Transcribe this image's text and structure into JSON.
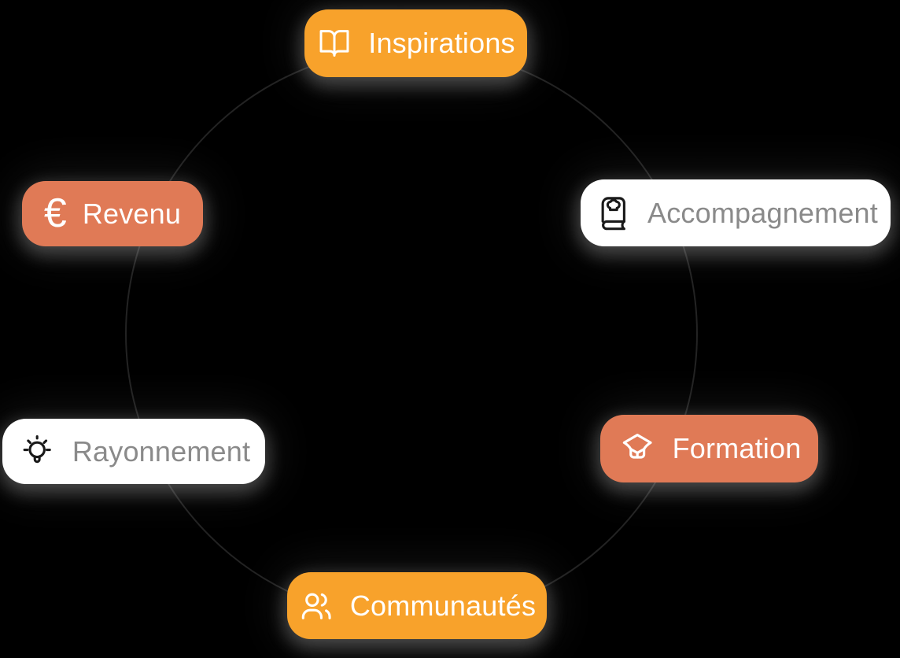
{
  "canvas": {
    "background": "#000000"
  },
  "circle": {
    "stroke_color": "#232323"
  },
  "palette": {
    "orange": "#F8A22B",
    "coral": "#E07A56",
    "white_badge": "#FFFFFF",
    "text_on_color": "#FFFFFF",
    "text_on_white": "#8A8A8A",
    "icon_on_white": "#1A1A1A"
  },
  "badges": [
    {
      "label": "Inspirations",
      "icon": "book-open-icon",
      "variant": "orange"
    },
    {
      "label": "Accompagnement",
      "icon": "cookbook-icon",
      "variant": "white"
    },
    {
      "label": "Formation",
      "icon": "graduation-cap-icon",
      "variant": "coral"
    },
    {
      "label": "Communautés",
      "icon": "users-icon",
      "variant": "orange"
    },
    {
      "label": "Rayonnement",
      "icon": "lightbulb-icon",
      "variant": "white"
    },
    {
      "label": "Revenu",
      "icon": "euro-icon",
      "variant": "coral",
      "glyph": "€"
    }
  ]
}
